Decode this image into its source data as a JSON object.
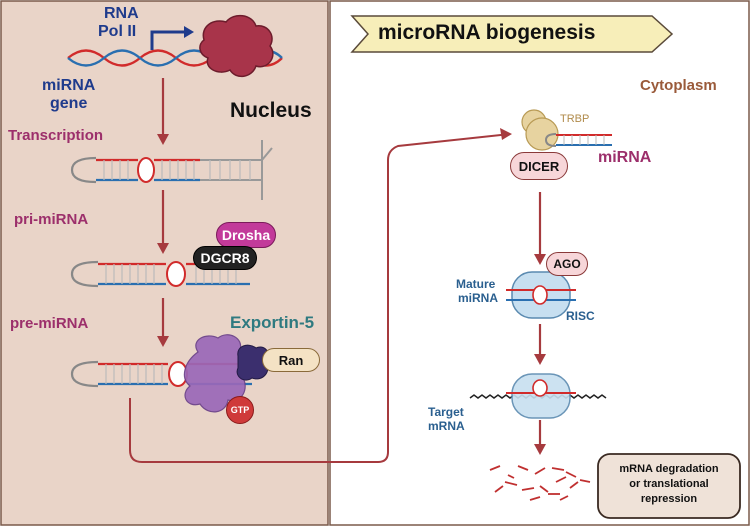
{
  "title": "microRNA biogenesis",
  "nucleus": {
    "region_label": "Nucleus",
    "rna_pol_line1": "RNA",
    "rna_pol_line2": "Pol II",
    "gene_line1": "miRNA",
    "gene_line2": "gene",
    "transcription": "Transcription",
    "pri_mirna": "pri-miRNA",
    "pre_mirna": "pre-miRNA",
    "drosha": "Drosha",
    "dgcr8": "DGCR8",
    "exportin": "Exportin-5",
    "ran": "Ran",
    "gtp": "GTP"
  },
  "cytoplasm": {
    "region_label": "Cytoplasm",
    "trbp": "TRBP",
    "dicer": "DICER",
    "mirna": "miRNA",
    "mature_line1": "Mature",
    "mature_line2": "miRNA",
    "ago": "AGO",
    "risc": "RISC",
    "target_line1": "Target",
    "target_line2": "mRNA",
    "outcome_line1": "mRNA degradation",
    "outcome_line2": "or translational",
    "outcome_line3": "repression"
  },
  "colors": {
    "nucleus_bg": "#e9d4c8",
    "arrow": "#a63a3e",
    "label_purple": "#9c2f6b",
    "label_blue": "#1f3b8c",
    "label_teal": "#2f7a80",
    "label_brown": "#9a5a3a",
    "rna_red": "#d12b2b",
    "rna_blue": "#2a6fb0",
    "drosha": "#c23a9a",
    "dgcr8": "#222222",
    "exportin": "#9a68b8",
    "gtp": "#cf3a3a"
  }
}
